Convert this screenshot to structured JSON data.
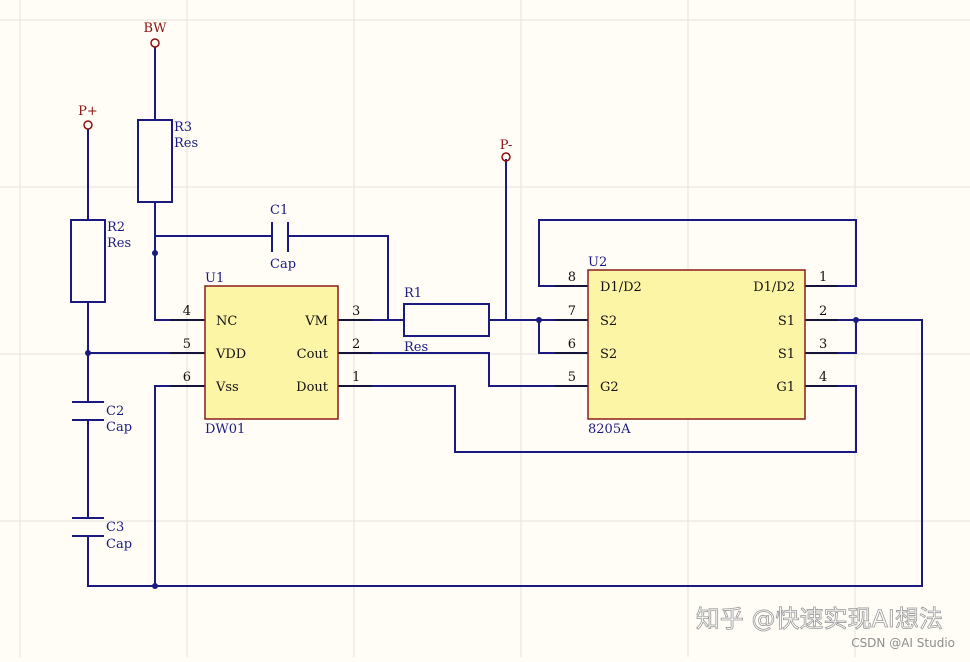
{
  "colors": {
    "background": "#fffdf6",
    "grid": "#e6e3d6",
    "wire": "#1a1a80",
    "component_fill": "#fdf5a6",
    "component_stroke": "#8b1c1c",
    "net_label": "#8b1010"
  },
  "net_labels": {
    "bw": "BW",
    "p_plus": "P+",
    "p_minus": "P-"
  },
  "components": {
    "r1": {
      "designator": "R1",
      "value": "Res"
    },
    "r2": {
      "designator": "R2",
      "value": "Res"
    },
    "r3": {
      "designator": "R3",
      "value": "Res"
    },
    "c1": {
      "designator": "C1",
      "value": "Cap"
    },
    "c2": {
      "designator": "C2",
      "value": "Cap"
    },
    "c3": {
      "designator": "C3",
      "value": "Cap"
    }
  },
  "u1": {
    "designator": "U1",
    "part": "DW01",
    "pins": {
      "nc": {
        "num": "4",
        "name": "NC"
      },
      "vdd": {
        "num": "5",
        "name": "VDD"
      },
      "vss": {
        "num": "6",
        "name": "Vss"
      },
      "vm": {
        "num": "3",
        "name": "VM"
      },
      "cout": {
        "num": "2",
        "name": "Cout"
      },
      "dout": {
        "num": "1",
        "name": "Dout"
      }
    }
  },
  "u2": {
    "designator": "U2",
    "part": "8205A",
    "pins": {
      "d1d2_left": {
        "num": "8",
        "name": "D1/D2"
      },
      "s2_a": {
        "num": "7",
        "name": "S2"
      },
      "s2_b": {
        "num": "6",
        "name": "S2"
      },
      "g2": {
        "num": "5",
        "name": "G2"
      },
      "d1d2_right": {
        "num": "1",
        "name": "D1/D2"
      },
      "s1_a": {
        "num": "2",
        "name": "S1"
      },
      "s1_b": {
        "num": "3",
        "name": "S1"
      },
      "g1": {
        "num": "4",
        "name": "G1"
      }
    }
  },
  "watermark": {
    "main": "知乎 @快速实现AI想法",
    "sub": "CSDN @AI Studio"
  }
}
